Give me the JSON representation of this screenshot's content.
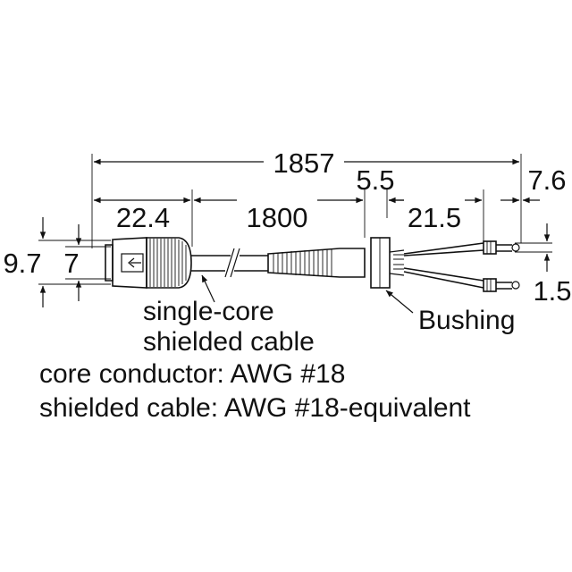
{
  "dimensions": {
    "overall_length": "1857",
    "connector_length": "22.4",
    "cable_length": "1800",
    "bushing_width": "5.5",
    "lead_length": "21.5",
    "tip_length": "7.6",
    "outer_diameter": "9.7",
    "inner_diameter": "7",
    "pin_diameter": "1.5"
  },
  "labels": {
    "cable_line1": "single-core",
    "cable_line2": "shielded cable",
    "bushing": "Bushing",
    "note_core": "core conductor: AWG #18",
    "note_shield": "shielded cable: AWG #18-equivalent"
  }
}
